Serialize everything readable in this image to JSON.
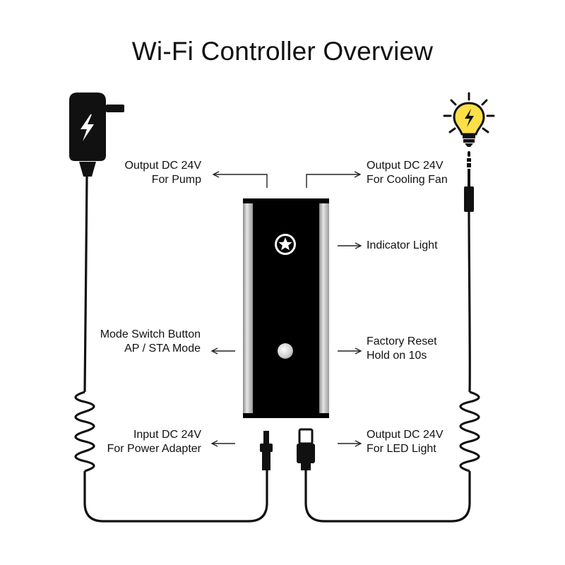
{
  "title": "Wi-Fi Controller Overview",
  "labels": {
    "output_pump": [
      "Output DC 24V",
      "For Pump"
    ],
    "output_fan": [
      "Output DC 24V",
      "For Cooling Fan"
    ],
    "indicator": [
      "Indicator Light"
    ],
    "mode_switch": [
      "Mode Switch Button",
      "AP / STA Mode"
    ],
    "factory_reset": [
      "Factory Reset",
      "Hold on 10s"
    ],
    "input_power": [
      "Input DC 24V",
      "For Power Adapter"
    ],
    "output_led": [
      "Output DC 24V",
      "For LED Light"
    ]
  },
  "icons": {
    "power_adapter": "power-adapter-icon",
    "light_bulb": "light-bulb-icon",
    "star": "star-icon",
    "lightning": "lightning-bolt-icon"
  },
  "colors": {
    "ink": "#111111",
    "device_body": "#000000",
    "device_bezel": "#c8c8c8",
    "bulb": "#fde047",
    "background": "#ffffff"
  }
}
